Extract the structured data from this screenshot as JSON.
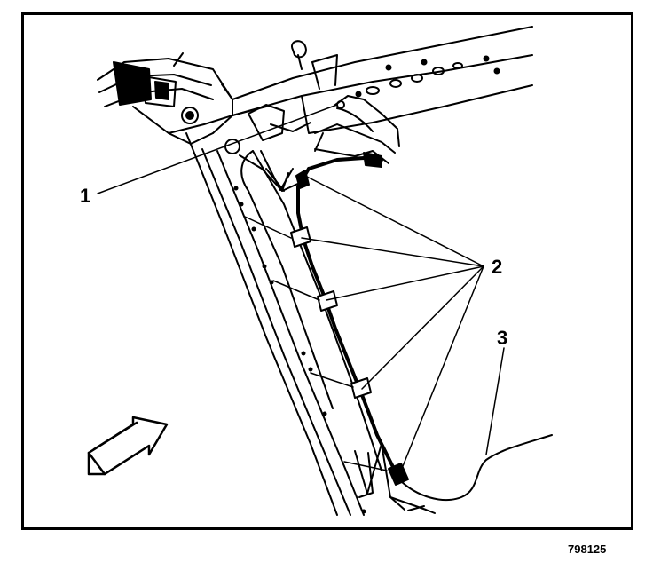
{
  "callouts": {
    "c1": "1",
    "c2": "2",
    "c3": "3"
  },
  "figure_number": "798125",
  "colors": {
    "ink": "#000000",
    "paper": "#ffffff"
  },
  "icons": [
    "view-direction-arrow-icon"
  ]
}
